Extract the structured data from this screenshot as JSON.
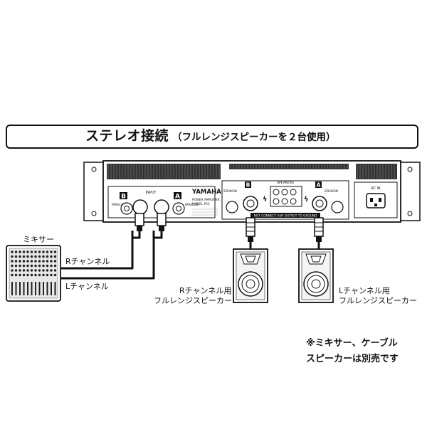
{
  "title": {
    "main": "ステレオ接続",
    "sub": "（フルレンジスピーカーを２台使用）"
  },
  "amp": {
    "brand": "YAMAHA",
    "model_line1": "POWER AMPLIFIER",
    "model_line2": "MODEL PX3",
    "input_label": "INPUT",
    "channel_b": "B",
    "channel_a": "A",
    "speakers_label": "SPEAKERS",
    "warning": "NOT CONNECT ANY OUTPUT TO GROUND",
    "ac_label": "AC IN",
    "small_labels": [
      "PARALLEL",
      "PARALLEL",
      "SPEAKON",
      "SPEAKON"
    ]
  },
  "mixer": {
    "label": "ミキサー",
    "r_channel": "Rチャンネル",
    "l_channel": "Lチャンネル"
  },
  "speakers": [
    {
      "line1": "Rチャンネル用",
      "line2": "フルレンジスピーカー"
    },
    {
      "line1": "Lチャンネル用",
      "line2": "フルレンジスピーカー"
    }
  ],
  "note": {
    "line1": "※ミキサー、ケーブル",
    "line2": "スピーカーは別売です"
  }
}
